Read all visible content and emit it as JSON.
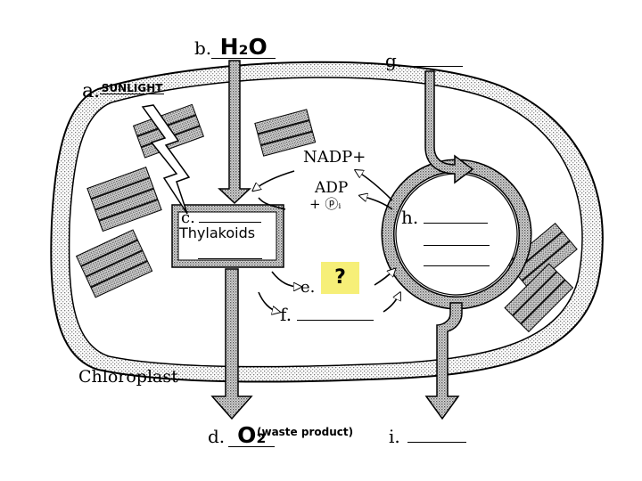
{
  "labels": {
    "a": {
      "letter": "a.",
      "answer": "SUNLIGHT"
    },
    "b": {
      "letter": "b.",
      "answer": "H₂O"
    },
    "c": {
      "letter": "c.",
      "answer": "Thylakoids"
    },
    "d": {
      "letter": "d.",
      "answer": "O₂",
      "note": "(waste product)"
    },
    "e": {
      "letter": "e.",
      "answer": "?"
    },
    "f": {
      "letter": "f."
    },
    "g": {
      "letter": "g."
    },
    "h": {
      "letter": "h."
    },
    "i": {
      "letter": "i."
    }
  },
  "molecules": {
    "nadp": "NADP+",
    "adp": "ADP",
    "pi": "+ ⓟᵢ"
  },
  "organelle_caption": "Chloroplast",
  "colors": {
    "highlight": "#f6ef78",
    "stipple": "#8a8a8a",
    "ink": "#000000"
  }
}
